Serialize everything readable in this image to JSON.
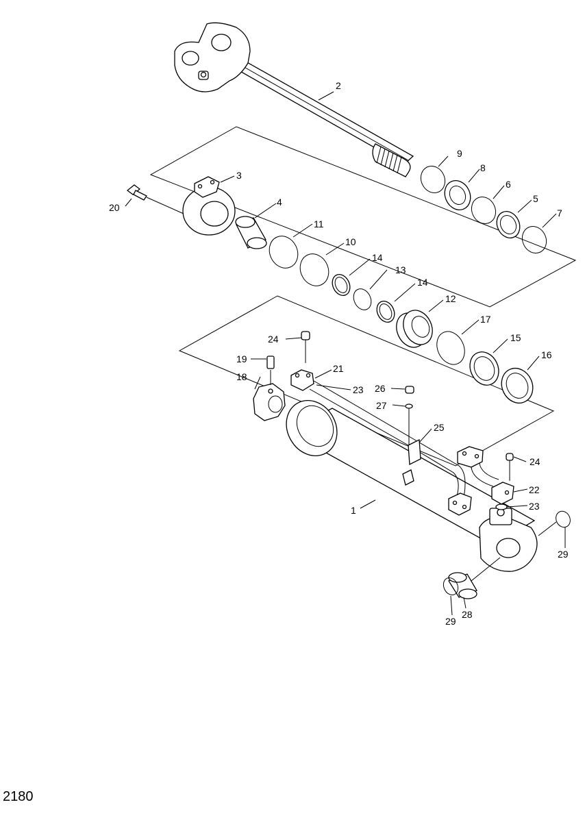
{
  "page_number": "2180",
  "callouts": {
    "c1": "1",
    "c2": "2",
    "c3": "3",
    "c4": "4",
    "c5": "5",
    "c6": "6",
    "c7": "7",
    "c8": "8",
    "c9": "9",
    "c10": "10",
    "c11": "11",
    "c12": "12",
    "c13": "13",
    "c14a": "14",
    "c14b": "14",
    "c15": "15",
    "c16": "16",
    "c17": "17",
    "c18": "18",
    "c19": "19",
    "c20": "20",
    "c21": "21",
    "c22": "22",
    "c23a": "23",
    "c23b": "23",
    "c24a": "24",
    "c24b": "24",
    "c25": "25",
    "c26": "26",
    "c27": "27",
    "c28": "28",
    "c29a": "29",
    "c29b": "29"
  }
}
